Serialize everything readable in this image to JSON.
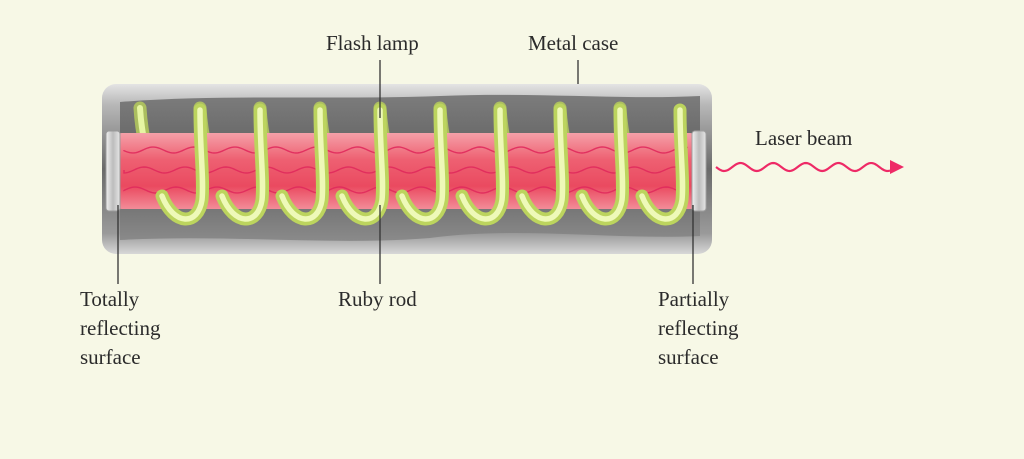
{
  "labels": {
    "flash_lamp": "Flash lamp",
    "metal_case": "Metal case",
    "laser_beam": "Laser beam",
    "ruby_rod": "Ruby rod",
    "totally_reflecting": [
      "Totally",
      "reflecting",
      "surface"
    ],
    "partially_reflecting": [
      "Partially",
      "reflecting",
      "surface"
    ]
  },
  "colors": {
    "background": "#f7f8e6",
    "ruby": "#ee5566",
    "lamp": "#d2ea78",
    "case_dark": "#6f6f6f",
    "case_light": "#d6d6d6",
    "beam": "#ee2a66",
    "leader": "#333333"
  }
}
